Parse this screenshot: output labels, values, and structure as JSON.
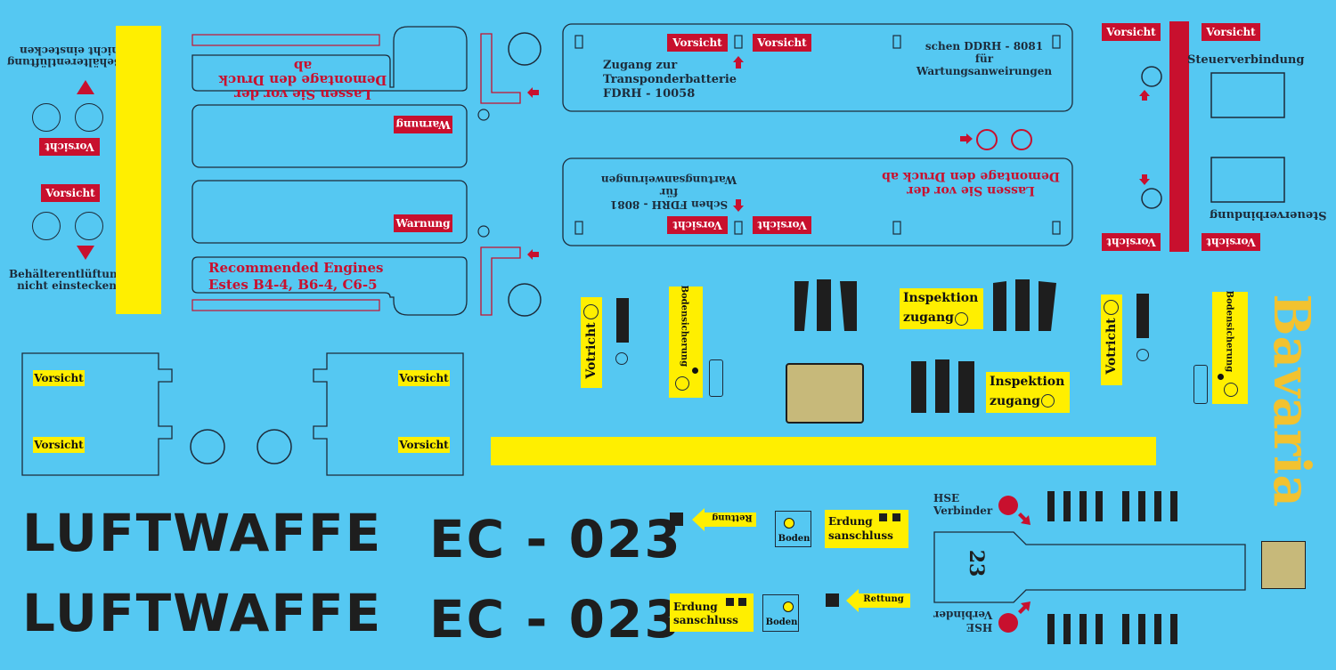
{
  "labels": {
    "vorsicht": "Vorsicht",
    "warnung": "Warnung",
    "votricht": "Votricht",
    "beluft_line1": "Behälterentlüftung",
    "beluft_line2": "nicht einstecken",
    "druck_line1": "Lassen Sie vor der",
    "druck_line2": "Demontage den Druck ab",
    "engines_line1": "Recommended Engines",
    "engines_line2": "Estes B4-4, B6-4, C6-5",
    "zugang_line1": "Zugang zur",
    "zugang_line2": "Transponderbatterie",
    "zugang_line3": "FDRH - 10058",
    "schen_line1": "schen DDRH - 8081",
    "schen_line2": "für Wartungsanweirungen",
    "schen_flip_line1": "Schen FDRH - 8081",
    "schen_flip_line2": "für Wartungsanweirungen",
    "steuer": "Steuerverbindung",
    "bodensich": "Bodensicherung",
    "inspektion_line1": "Inspektion",
    "inspektion_line2": "zugang",
    "bavaria": "Bavaria",
    "luftwaffe": "LUFTWAFFE",
    "ec": "EC - 023",
    "rettung": "Rettung",
    "boden": "Boden",
    "erdung_line1": "Erdung",
    "erdung_line2": "sanschluss",
    "hse_line1": "HSE",
    "hse_line2": "Verbinder",
    "num": "23"
  },
  "colors": {
    "background": "#55c8f2",
    "red": "#c8102e",
    "yellow": "#ffef00",
    "dark": "#1e1e1e",
    "tan": "#c7b97a",
    "gold": "#f2c230"
  }
}
